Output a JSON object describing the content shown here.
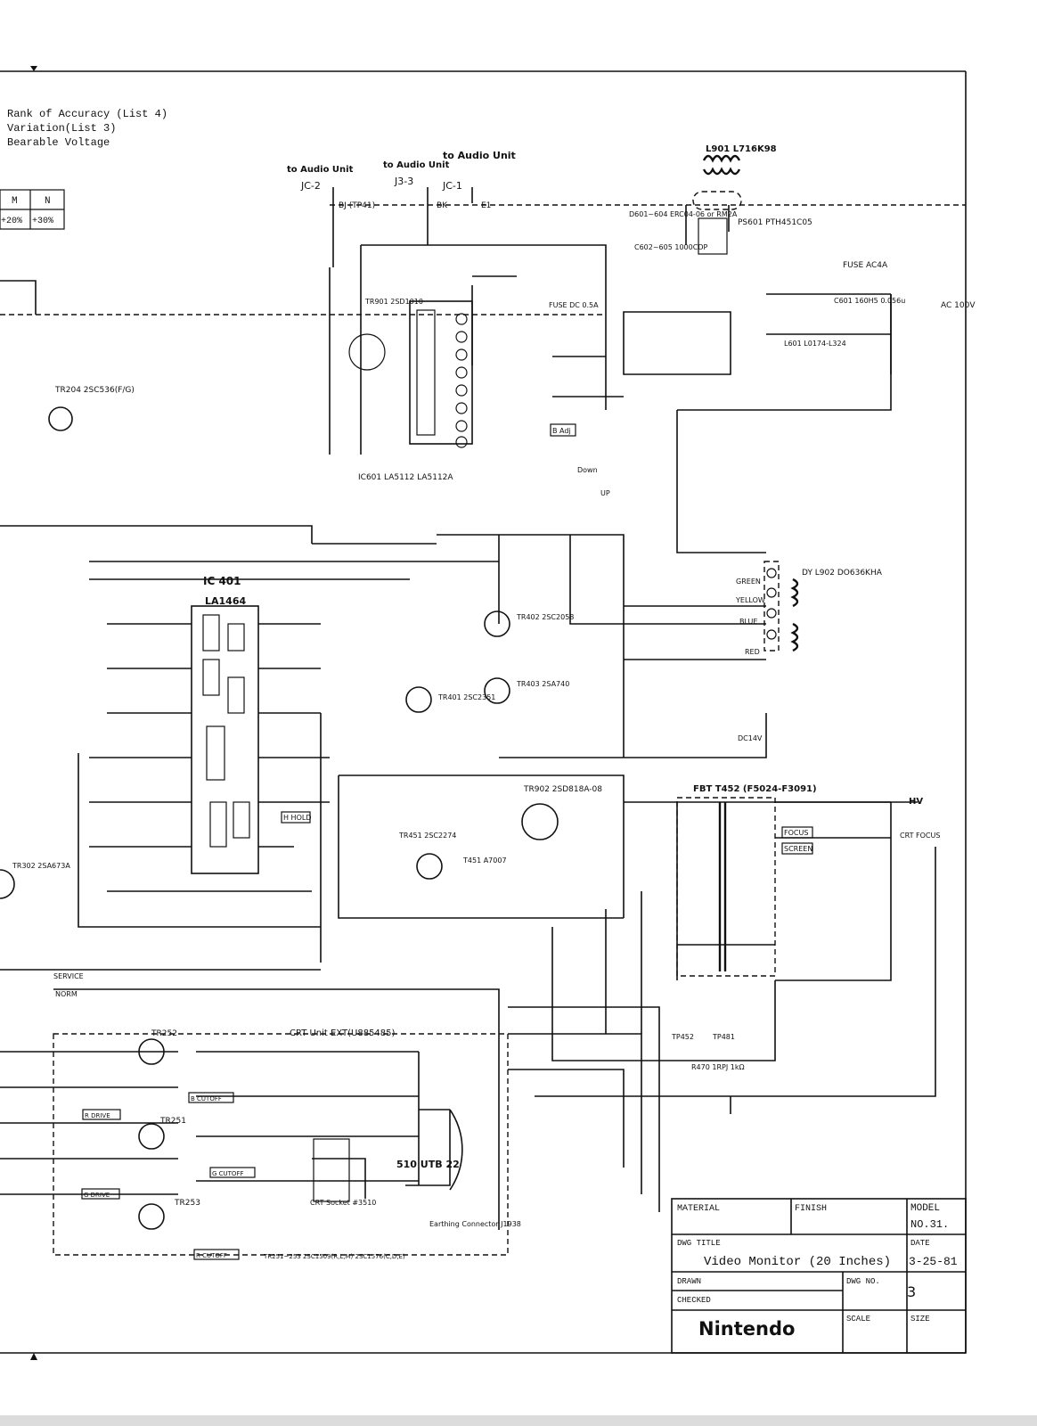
{
  "notes": {
    "line1": "Rank of Accuracy (List 4)",
    "line2": "Variation(List 3)",
    "line3": "Bearable Voltage"
  },
  "tolerance_table": {
    "headers": [
      "M",
      "N"
    ],
    "values": [
      "+20%",
      "+30%"
    ]
  },
  "audio": {
    "to_audio_unit_1": "to Audio Unit",
    "to_audio_unit_2": "to Audio Unit",
    "to_audio_unit_3": "to Audio Unit",
    "jc2": "JC-2",
    "j33": "J3-3",
    "jc1": "JC-1",
    "bj": "BJ (TP41)",
    "bk": "BK",
    "e1": "E1"
  },
  "components": {
    "l901": "L901 L716K98",
    "ps601": "PS601 PTH451C05",
    "d601": "D601~604 ERC04-06 or RM2A",
    "c602": "C602~605 1000CDP",
    "fuse_main": "FUSE AC4A",
    "c601": "C601 160H5 0.056u",
    "l601": "L601 L0174-L324",
    "ac": "AC 100V",
    "tr901": "TR901 2SD1010",
    "ic601": "IC601 LA5112 LA5112A",
    "fuse_dc": "FUSE DC 0.5A",
    "tr204": "TR204 2SC536(F/G)",
    "ic401": "IC 401",
    "la1464": "LA1464",
    "tr402": "TR402 2SC2058",
    "tr403": "TR403 2SA740",
    "tr401": "TR401 2SC2351",
    "tr902": "TR902 2SD818A-08",
    "tr451": "TR451 2SC2274",
    "t451": "T451 A7007",
    "fbt": "FBT T452 (F5024-F3091)",
    "hv": "HV",
    "crt_focus": "CRT FOCUS",
    "focus": "FOCUS",
    "screen": "SCREEN",
    "dy": "DY L902 DO636KHA",
    "green": "GREEN",
    "yellow": "YELLOW",
    "blue": "BLUE",
    "red": "RED",
    "tr302": "TR302 2SA673A",
    "tr252": "TR252",
    "tr251": "TR251",
    "tr253": "TR253",
    "crt_unit": "CRT Unit EXT(U885485)",
    "crt_tube": "510 UTB 22",
    "crt_socket": "CRT Socket #3510",
    "earthing": "Earthing Connector J1938",
    "tr251_253": "TR251~253 2SC1509(R,L,M) 2SC1576(C,D,E)",
    "service": "SERVICE",
    "norm": "NORM",
    "b_adj": "B Adj",
    "down": "Down",
    "up": "UP",
    "h_hold": "H HOLD",
    "r_drive": "R DRIVE",
    "g_drive": "G DRIVE",
    "b_cutoff": "B CUTOFF",
    "g_cutoff": "G CUTOFF",
    "r_cutoff": "R CUTOFF",
    "tp452": "TP452",
    "tp481": "TP481",
    "r470": "R470 1RPJ 1kΩ",
    "dc14v": "DC14V"
  },
  "title_block": {
    "material_label": "MATERIAL",
    "finish_label": "FINISH",
    "model_label": "MODEL",
    "model_no": "NO.31.",
    "dwg_title_label": "DWG TITLE",
    "dwg_title": "Video Monitor (20 Inches)",
    "date_label": "DATE",
    "date": "3-25-81",
    "drawn_label": "DRAWN",
    "dwg_no_label": "DWG NO.",
    "dwg_no": "3",
    "checked_label": "CHECKED",
    "company": "Nintendo",
    "scale_label": "SCALE",
    "size_label": "SIZE"
  }
}
